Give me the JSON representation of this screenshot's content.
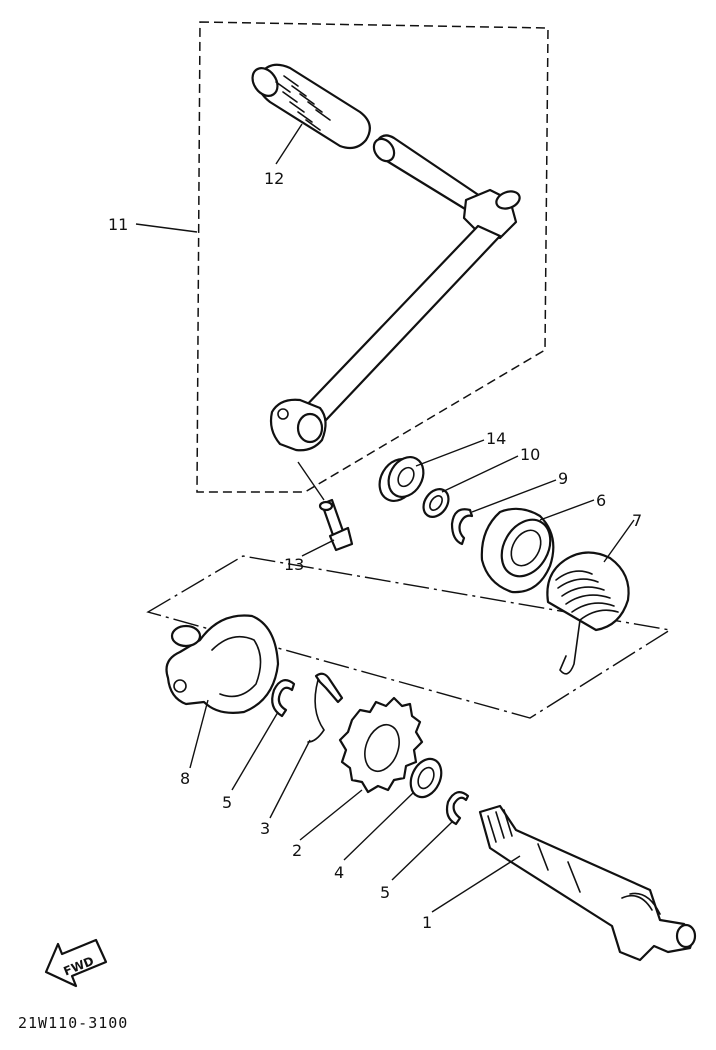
{
  "diagram": {
    "drawing_code": "21W110-3100",
    "fwd_label": "FWD",
    "callouts": [
      {
        "id": "1",
        "label": "1"
      },
      {
        "id": "2",
        "label": "2"
      },
      {
        "id": "3",
        "label": "3"
      },
      {
        "id": "4",
        "label": "4"
      },
      {
        "id": "5a",
        "label": "5"
      },
      {
        "id": "5b",
        "label": "5"
      },
      {
        "id": "6",
        "label": "6"
      },
      {
        "id": "7",
        "label": "7"
      },
      {
        "id": "8",
        "label": "8"
      },
      {
        "id": "9",
        "label": "9"
      },
      {
        "id": "10",
        "label": "10"
      },
      {
        "id": "11",
        "label": "11"
      },
      {
        "id": "12",
        "label": "12"
      },
      {
        "id": "13",
        "label": "13"
      },
      {
        "id": "14",
        "label": "14"
      }
    ]
  }
}
